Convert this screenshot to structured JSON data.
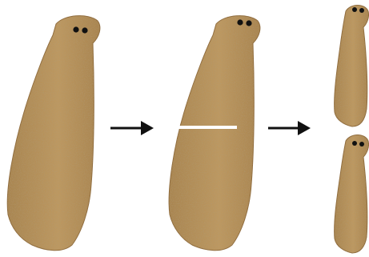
{
  "diagram": {
    "stages": [
      {
        "id": "intact-worm"
      },
      {
        "id": "cut-worm"
      },
      {
        "id": "regenerated-worms"
      }
    ],
    "arrows": 2,
    "colors": {
      "body": "#b8935a",
      "body_edge": "#8f6b3c",
      "speckle": "#6e5430",
      "eye": "#111111",
      "cut_line": "#ffffff",
      "arrow": "#111111",
      "background": "#ffffff"
    }
  }
}
